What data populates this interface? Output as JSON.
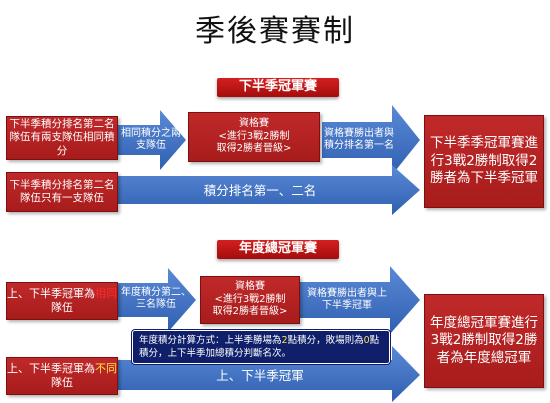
{
  "title": "季後賽賽制",
  "colors": {
    "red": "#b02020",
    "blue": "#3f73c4",
    "navy": "#0f1f6a",
    "highlight_red": "#ff2a2a",
    "highlight_yellow": "#ffe34a"
  },
  "section1": {
    "banner": "下半季冠軍賽",
    "box_second_tie": "下半季積分排名第二名隊伍有兩支隊伍相同積分",
    "arrow_same_points": "相同積分之兩支隊伍",
    "qualifier_line1": "資格賽",
    "qualifier_line2": "<進行3戰2勝制",
    "qualifier_line3": "取得2勝者晉級>",
    "arrow_winner": "資格賽勝出者與積分排名第一名",
    "box_second_single": "下半季積分排名第二名隊伍只有一支隊伍",
    "arrow_top_two": "積分排名第一、二名",
    "final_box": "下半季季冠軍賽進行3戰2勝制取得2勝者為下半季冠軍"
  },
  "section2": {
    "banner": "年度總冠軍賽",
    "box_same_pre": "上、下半季冠軍為",
    "box_same_hl": "相同",
    "box_same_post": "隊伍",
    "arrow_annual": "年度積分第二、三名隊伍",
    "qualifier_line1": "資格賽",
    "qualifier_line2": "<進行3戰2勝制",
    "qualifier_line3": "取得2勝者晉級>",
    "arrow_winner": "資格賽勝出者與上下半季冠軍",
    "note_pre": "年度積分計算方式：上半季勝場為",
    "note_num1": "2",
    "note_mid": "點積分，敗場則為",
    "note_num2": "0",
    "note_post": "點積分，上下半季加總積分判斷名次。",
    "box_diff_pre": "上、下半季冠軍為",
    "box_diff_hl": "不同",
    "box_diff_post": "隊伍",
    "arrow_champs": "上、下半季冠軍",
    "final_box": "年度總冠軍賽進行3戰2勝制取得2勝者為年度總冠軍"
  }
}
